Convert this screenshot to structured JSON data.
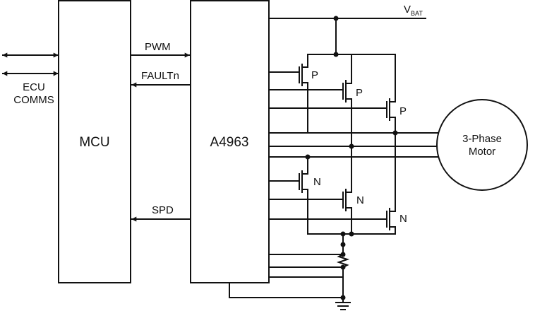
{
  "blocks": {
    "mcu": "MCU",
    "driver": "A4963",
    "motor_line1": "3-Phase",
    "motor_line2": "Motor"
  },
  "comms": {
    "line1": "ECU",
    "line2": "COMMS"
  },
  "signals": {
    "pwm": "PWM",
    "fault": "FAULTn",
    "spd": "SPD"
  },
  "supply": {
    "v": "V",
    "sub": "BAT"
  },
  "mosfets": {
    "high_side": "P",
    "low_side": "N"
  },
  "colors": {
    "line": "#111111",
    "background": "#ffffff"
  }
}
